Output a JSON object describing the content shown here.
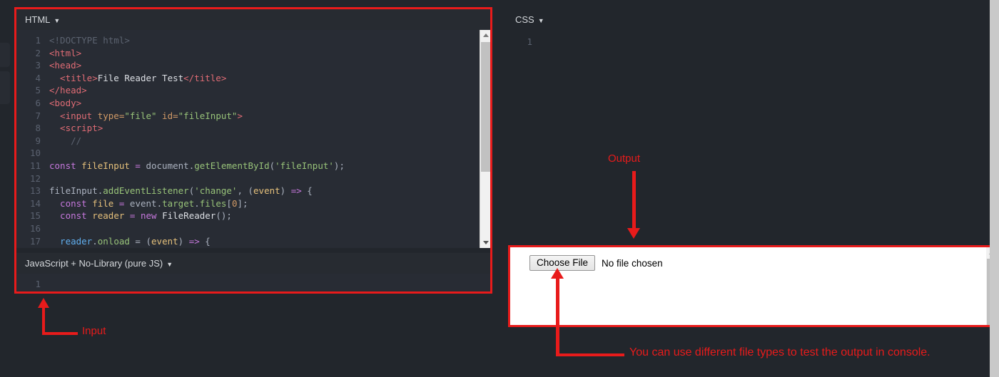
{
  "editors": {
    "html_pane": {
      "title": "HTML",
      "caret": "▼",
      "lines": [
        {
          "n": "1",
          "segs": [
            {
              "t": "<!DOCTYPE html>",
              "c": "t-doctype"
            }
          ]
        },
        {
          "n": "2",
          "segs": [
            {
              "t": "<html>",
              "c": "t-tag"
            }
          ]
        },
        {
          "n": "3",
          "segs": [
            {
              "t": "<head>",
              "c": "t-tag"
            }
          ]
        },
        {
          "n": "4",
          "segs": [
            {
              "t": "  <title>",
              "c": "t-tag"
            },
            {
              "t": "File Reader Test",
              "c": "t-txt"
            },
            {
              "t": "</title>",
              "c": "t-tag"
            }
          ]
        },
        {
          "n": "5",
          "segs": [
            {
              "t": "</head>",
              "c": "t-tag"
            }
          ]
        },
        {
          "n": "6",
          "segs": [
            {
              "t": "<body>",
              "c": "t-tag"
            }
          ]
        },
        {
          "n": "7",
          "segs": [
            {
              "t": "  <input ",
              "c": "t-tag"
            },
            {
              "t": "type=",
              "c": "t-attr"
            },
            {
              "t": "\"file\"",
              "c": "t-str"
            },
            {
              "t": " id=",
              "c": "t-attr"
            },
            {
              "t": "\"fileInput\"",
              "c": "t-str"
            },
            {
              "t": ">",
              "c": "t-tag"
            }
          ]
        },
        {
          "n": "8",
          "segs": [
            {
              "t": "  <script>",
              "c": "t-tag"
            }
          ]
        },
        {
          "n": "9",
          "segs": [
            {
              "t": "    //",
              "c": "t-com"
            }
          ]
        },
        {
          "n": "10",
          "segs": [
            {
              "t": "",
              "c": "t-txt"
            }
          ]
        },
        {
          "n": "11",
          "segs": [
            {
              "t": "const ",
              "c": "t-kw"
            },
            {
              "t": "fileInput ",
              "c": "t-var"
            },
            {
              "t": "= ",
              "c": "t-op"
            },
            {
              "t": "document",
              "c": "t-prop"
            },
            {
              "t": ".",
              "c": "t-punc"
            },
            {
              "t": "getElementById",
              "c": "t-meth"
            },
            {
              "t": "(",
              "c": "t-punc"
            },
            {
              "t": "'fileInput'",
              "c": "t-str"
            },
            {
              "t": ");",
              "c": "t-punc"
            }
          ]
        },
        {
          "n": "12",
          "segs": [
            {
              "t": "",
              "c": "t-txt"
            }
          ]
        },
        {
          "n": "13",
          "segs": [
            {
              "t": "fileInput",
              "c": "t-prop"
            },
            {
              "t": ".",
              "c": "t-punc"
            },
            {
              "t": "addEventListener",
              "c": "t-meth"
            },
            {
              "t": "(",
              "c": "t-punc"
            },
            {
              "t": "'change'",
              "c": "t-str"
            },
            {
              "t": ", (",
              "c": "t-punc"
            },
            {
              "t": "event",
              "c": "t-param"
            },
            {
              "t": ") ",
              "c": "t-punc"
            },
            {
              "t": "=> ",
              "c": "t-op"
            },
            {
              "t": "{",
              "c": "t-punc"
            }
          ]
        },
        {
          "n": "14",
          "segs": [
            {
              "t": "  const ",
              "c": "t-kw"
            },
            {
              "t": "file ",
              "c": "t-var"
            },
            {
              "t": "= ",
              "c": "t-op"
            },
            {
              "t": "event",
              "c": "t-prop"
            },
            {
              "t": ".",
              "c": "t-punc"
            },
            {
              "t": "target",
              "c": "t-meth"
            },
            {
              "t": ".",
              "c": "t-punc"
            },
            {
              "t": "files",
              "c": "t-meth"
            },
            {
              "t": "[",
              "c": "t-punc"
            },
            {
              "t": "0",
              "c": "t-num"
            },
            {
              "t": "];",
              "c": "t-punc"
            }
          ]
        },
        {
          "n": "15",
          "segs": [
            {
              "t": "  const ",
              "c": "t-kw"
            },
            {
              "t": "reader ",
              "c": "t-var"
            },
            {
              "t": "= ",
              "c": "t-op"
            },
            {
              "t": "new ",
              "c": "t-kw"
            },
            {
              "t": "FileReader",
              "c": "t-cls"
            },
            {
              "t": "();",
              "c": "t-punc"
            }
          ]
        },
        {
          "n": "16",
          "segs": [
            {
              "t": "",
              "c": "t-txt"
            }
          ]
        },
        {
          "n": "17",
          "segs": [
            {
              "t": "  reader",
              "c": "t-fn"
            },
            {
              "t": ".",
              "c": "t-punc"
            },
            {
              "t": "onload",
              "c": "t-meth"
            },
            {
              "t": " = (",
              "c": "t-punc"
            },
            {
              "t": "event",
              "c": "t-param"
            },
            {
              "t": ") ",
              "c": "t-punc"
            },
            {
              "t": "=> ",
              "c": "t-op"
            },
            {
              "t": "{",
              "c": "t-punc"
            }
          ]
        }
      ]
    },
    "js_pane": {
      "title": "JavaScript + No-Library (pure JS)",
      "caret": "▼",
      "lines": [
        {
          "n": "1",
          "segs": [
            {
              "t": "",
              "c": "t-txt"
            }
          ]
        }
      ]
    },
    "css_pane": {
      "title": "CSS",
      "caret": "▼",
      "lines": [
        {
          "n": "1",
          "segs": [
            {
              "t": "",
              "c": "t-txt"
            }
          ]
        }
      ]
    }
  },
  "output": {
    "choose_file_label": "Choose File",
    "no_file_text": "No file chosen"
  },
  "annotations": {
    "input_label": "Input",
    "output_label": "Output",
    "note": "You can use different file types to test the output in console.",
    "color": "#e81b1b"
  }
}
